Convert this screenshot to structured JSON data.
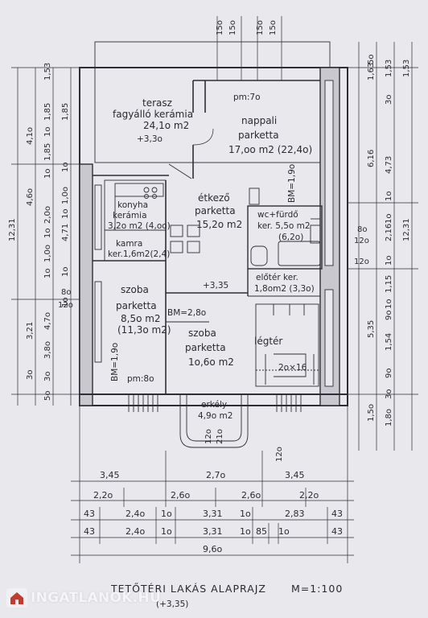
{
  "rooms": {
    "terrace": [
      "terasz",
      "fagyálló kerámia",
      "24,1o m2",
      "+3,3o"
    ],
    "living": [
      "pm:7o",
      "nappali",
      "parketta",
      "17,oo m2 (22,4o)"
    ],
    "dining": [
      "étkező",
      "parketta",
      "15,2o m2"
    ],
    "kitchen": [
      "konyha",
      "kerámia",
      "3,2o m2 (4,oo)"
    ],
    "pantry": [
      "kamra",
      "ker.1,6m2(2,4)"
    ],
    "room1": [
      "szoba",
      "parketta",
      "8,5o m2",
      "(11,3o m2)",
      "BM=1,9o",
      "pm:8o"
    ],
    "room2": [
      "BM=2,8o",
      "szoba",
      "parketta",
      "1o,6o m2"
    ],
    "wc": [
      "wc+fürdő",
      "ker. 5,5o m2",
      "(6,2o)",
      "BM=1,9o"
    ],
    "hall": [
      "előtér  ker.",
      "1,8om2 (3,3o)"
    ],
    "airspace": [
      "légtér",
      "2o×16"
    ],
    "balcony": [
      "erkély",
      "4,9o m2"
    ],
    "level": "+3,35"
  },
  "dims": {
    "top": [
      "15o",
      "15o",
      "15o",
      "15o"
    ],
    "bottom_rows": [
      [
        "3,45",
        "2,7o",
        "3,45"
      ],
      [
        "2,2o",
        "2,6o",
        "2,6o",
        "2,2o"
      ],
      [
        "43",
        "2,4o",
        "1o",
        "3,31",
        "1o",
        "2,83",
        "43"
      ],
      [
        "43",
        "2,4o",
        "1o",
        "3,31",
        "1o",
        "85",
        "1o",
        "43"
      ],
      [
        "9,6o"
      ]
    ],
    "bottom_small": [
      "12o",
      "21o",
      "12o"
    ],
    "left_outer": [
      "12,31"
    ],
    "left_mid": [
      "4,1o",
      "4,6o",
      "3,21",
      "8o",
      "12o"
    ],
    "left_inner": [
      "1,53",
      "1,85",
      "1o",
      "1,85",
      "1o",
      "2,0o",
      "1o",
      "1,0o",
      "1o",
      "4,7o",
      "3,8o",
      "3o",
      "3o",
      "5o"
    ],
    "left_inner2": [
      "1,85",
      "1o",
      "1,0o",
      "1o",
      "4,71",
      "1o",
      "1o"
    ],
    "right_outer": [
      "12,31"
    ],
    "right_mid": [
      "1,53",
      "6,16",
      "5,35"
    ],
    "right_inner": [
      "5o",
      "1,63",
      "1,53",
      "3o",
      "4,73",
      "1o",
      "2,16",
      "1o",
      "1,15",
      "1o",
      "9o",
      "1,54",
      "9o",
      "3o",
      "1,8o",
      "1,5o"
    ],
    "right_small": [
      "8o",
      "12o",
      "12o",
      "1o"
    ]
  },
  "caption": {
    "title": "TETŐTÉRI  LAKÁS  ALAPRAJZ",
    "scale": "M=1:100",
    "level": "(+3,35)"
  },
  "watermark": "INGATLANOK.HU"
}
